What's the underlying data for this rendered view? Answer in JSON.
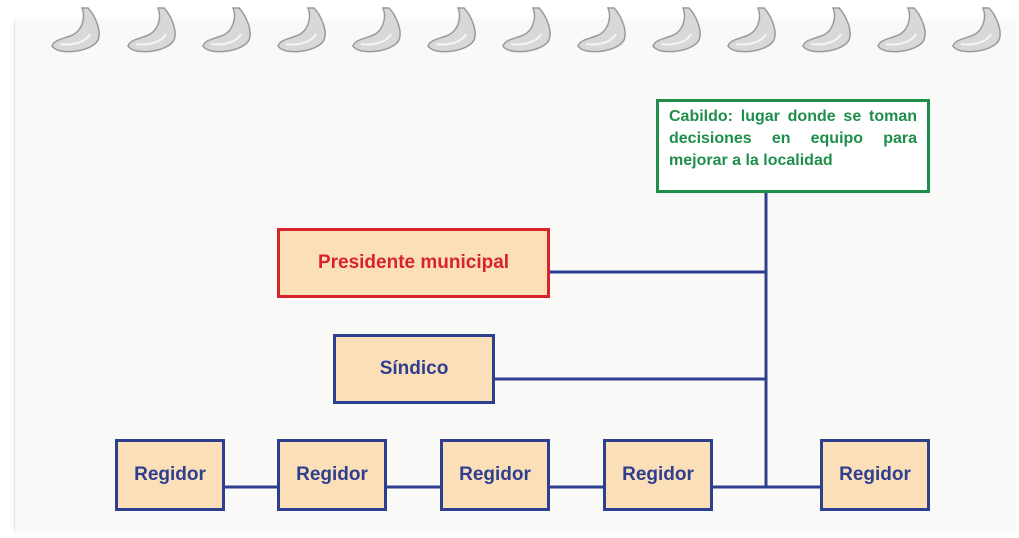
{
  "diagram": {
    "cabildo": "Cabildo: lugar donde se toman decisiones en equipo para mejorar a la localidad",
    "presidente": "Presidente municipal",
    "sindico": "Síndico",
    "regidores": [
      "Regidor",
      "Regidor",
      "Regidor",
      "Regidor",
      "Regidor"
    ]
  },
  "colors": {
    "blue": "#2e3f8f",
    "red": "#d9232a",
    "green": "#1f8e4b",
    "box_fill": "#fbdfb9"
  }
}
